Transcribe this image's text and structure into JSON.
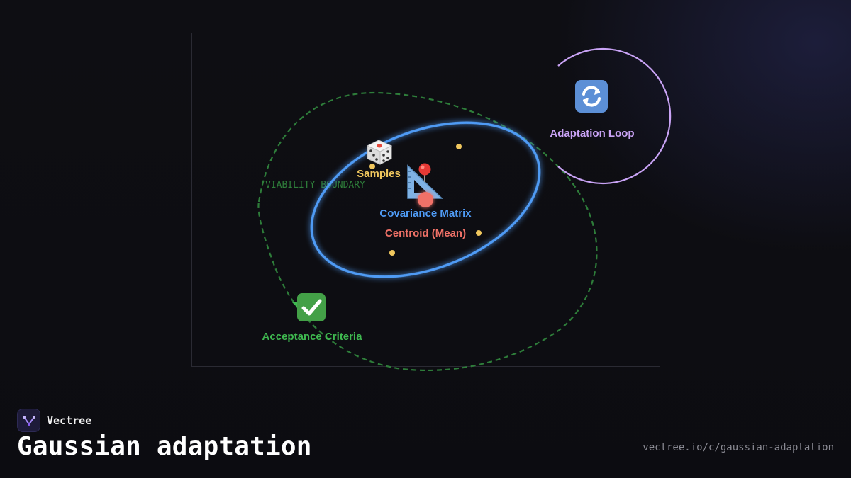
{
  "diagram": {
    "boundary_label": "VIABILITY BOUNDARY",
    "nodes": {
      "samples": {
        "label": "Samples",
        "icon": "dice-icon",
        "color": "#f0c75e"
      },
      "covariance": {
        "label": "Covariance Matrix",
        "icon": "triangular-ruler-icon",
        "color": "#4f9bf5"
      },
      "centroid": {
        "label": "Centroid (Mean)",
        "icon": "pushpin-icon",
        "color": "#f07167"
      },
      "acceptance": {
        "label": "Acceptance Criteria",
        "icon": "check-mark-button-icon",
        "color": "#3fb950"
      },
      "loop": {
        "label": "Adaptation Loop",
        "icon": "counterclockwise-arrows-icon",
        "color": "#c9a3f5"
      }
    },
    "boundary_color": "#2e7d3a"
  },
  "footer": {
    "brand": "Vectree",
    "title": "Gaussian adaptation",
    "url": "vectree.io/c/gaussian-adaptation"
  }
}
